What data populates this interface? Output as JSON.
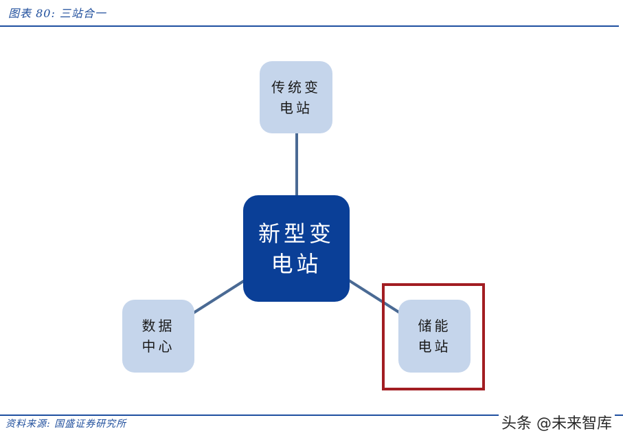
{
  "header": {
    "figure_title": "图表 80:  三站合一"
  },
  "diagram": {
    "center": {
      "line1": "新型变",
      "line2": "电站",
      "color": "#0a3f97"
    },
    "nodes": [
      {
        "id": "traditional-substation",
        "line1": "传统变",
        "line2": "电站"
      },
      {
        "id": "data-center",
        "line1": "数据",
        "line2": "中心"
      },
      {
        "id": "energy-storage-station",
        "line1": "储能",
        "line2": "电站",
        "highlighted": true
      }
    ],
    "node_color": "#c5d5eb",
    "link_color": "#4a6a94",
    "highlight_color": "#a21d22"
  },
  "footer": {
    "source": "资料来源:  国盛证券研究所",
    "watermark": "头条 @未来智库"
  }
}
